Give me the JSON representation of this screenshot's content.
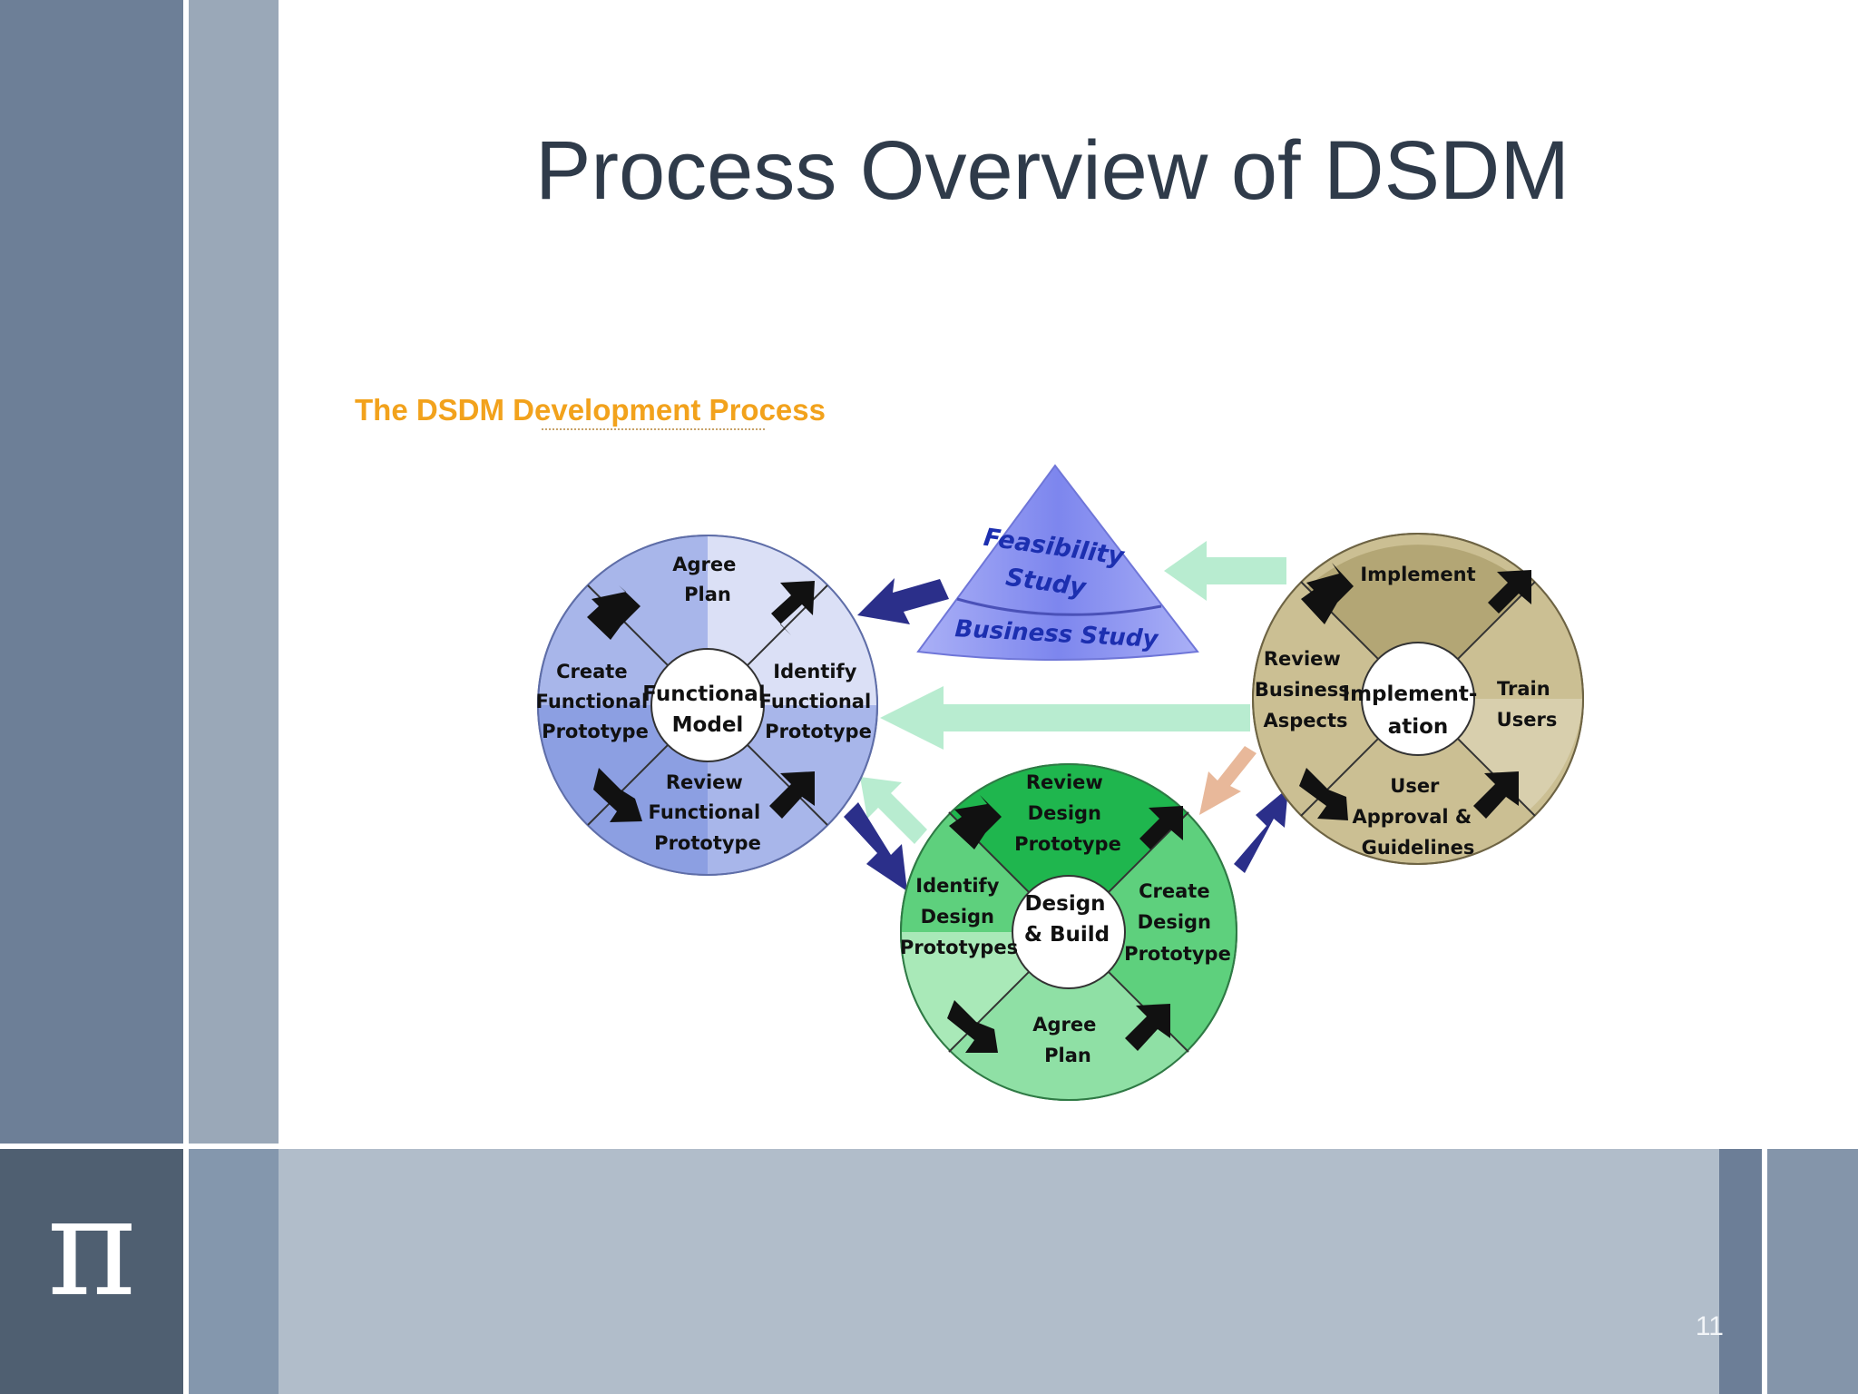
{
  "slide": {
    "title": "Process Overview of DSDM",
    "page_number": "11",
    "logo_symbol": "π",
    "colors": {
      "dark_slate": "#6d7f97",
      "light_slate": "#9aa8b8",
      "bottom_band": "#b1bdca",
      "logo_box": "#4f5f71",
      "title_text": "#2f3b4a"
    }
  },
  "diagram": {
    "caption": "The DSDM Development Process",
    "caption_color": "#f2a21c",
    "feasibility": {
      "top_label": [
        "Feasibility",
        "Study"
      ],
      "bottom_label": "Business Study",
      "color": "#8f96f2"
    },
    "functional_model": {
      "center": [
        "Functional",
        "Model"
      ],
      "top": [
        "Agree",
        "Plan"
      ],
      "right": [
        "Identify",
        "Functional",
        "Prototype"
      ],
      "bottom": [
        "Review",
        "Functional",
        "Prototype"
      ],
      "left": [
        "Create",
        "Functional",
        "Prototype"
      ],
      "color": "#a8b6ea"
    },
    "design_build": {
      "center": [
        "Design",
        "& Build"
      ],
      "top": [
        "Review",
        "Design",
        "Prototype"
      ],
      "right": [
        "Create",
        "Design",
        "Prototype"
      ],
      "bottom": [
        "Agree",
        "Plan"
      ],
      "left": [
        "Identify",
        "Design",
        "Prototypes"
      ],
      "color": "#5ed07d"
    },
    "implementation": {
      "center": [
        "Implement-",
        "ation"
      ],
      "top": [
        "Implement"
      ],
      "right": [
        "Train",
        "Users"
      ],
      "bottom": [
        "User",
        "Approval &",
        "Guidelines"
      ],
      "left": [
        "Review",
        "Business",
        "Aspects"
      ],
      "color": "#cbbf93"
    }
  }
}
